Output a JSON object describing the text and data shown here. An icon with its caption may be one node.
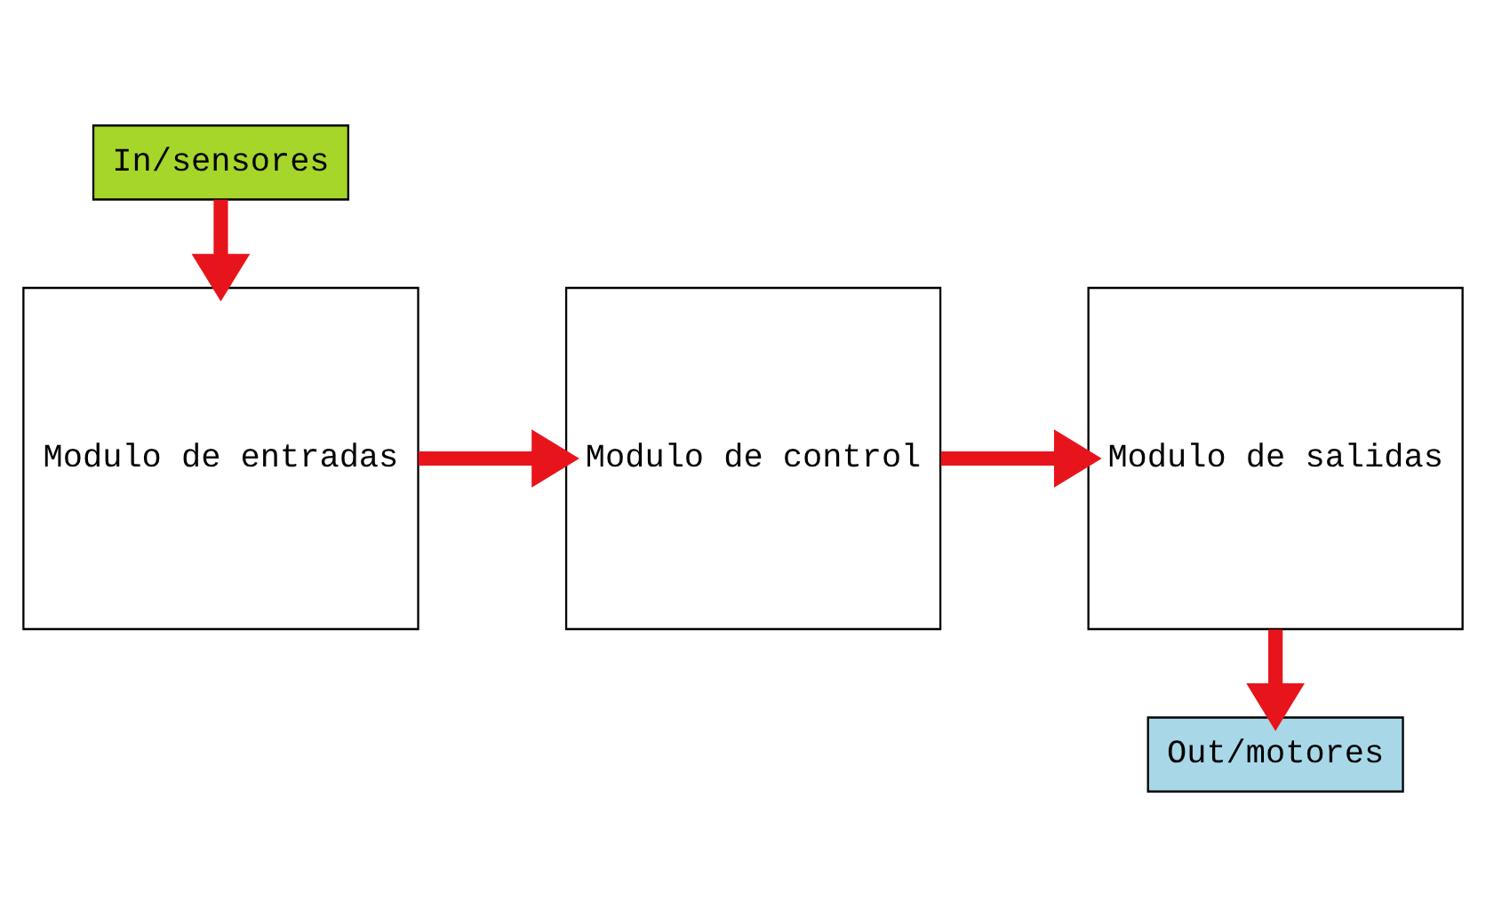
{
  "diagram": {
    "nodes": [
      {
        "text": [
          "In/sensores"
        ]
      },
      {
        "text": [
          "Modulo de entradas"
        ]
      },
      {
        "text": [
          "Modulo de control"
        ]
      },
      {
        "text": [
          "Modulo de salidas"
        ]
      },
      {
        "text": [
          "Out/motores"
        ]
      }
    ],
    "edges": [
      {
        "from": 0,
        "to": 1,
        "arrow": "to"
      },
      {
        "from": 1,
        "to": 2,
        "arrow": "to"
      },
      {
        "from": 2,
        "to": 3,
        "arrow": "to"
      },
      {
        "from": 3,
        "to": 4,
        "arrow": "to"
      }
    ]
  }
}
